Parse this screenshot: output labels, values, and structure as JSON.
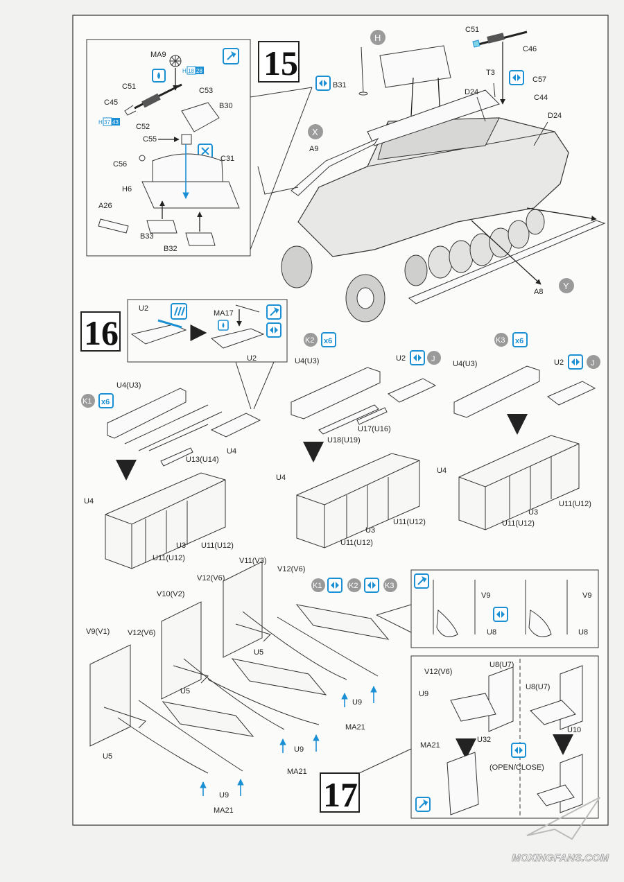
{
  "steps": {
    "s15": "15",
    "s16": "16",
    "s17": "17"
  },
  "markers": {
    "H": "H",
    "X": "X",
    "Y": "Y",
    "J": "J",
    "K1": "K1",
    "K2": "K2",
    "K3": "K3",
    "x6": "x6"
  },
  "labels15": {
    "MA9": "MA9",
    "C51": "C51",
    "C53": "C53",
    "C45": "C45",
    "C52": "C52",
    "B30": "B30",
    "C55": "C55",
    "C56": "C56",
    "C31": "C31",
    "H6": "H6",
    "A26": "A26",
    "B33": "B33",
    "B32": "B32",
    "H": "H",
    "n18": "18",
    "n28": "28",
    "n37": "37",
    "n43": "43",
    "B31": "B31",
    "A9": "A9",
    "D24a": "D24",
    "D24b": "D24",
    "T3": "T3",
    "C57": "C57",
    "C44": "C44",
    "C51b": "C51",
    "C46": "C46",
    "A8": "A8"
  },
  "labels16": {
    "U2a": "U2",
    "MA17": "MA17",
    "U2b": "U2",
    "U4U3a": "U4(U3)",
    "U4U3b": "U4(U3)",
    "U4U3c": "U4(U3)",
    "U2c": "U2",
    "U2d": "U2",
    "U4a": "U4",
    "U13": "U13(U14)",
    "U17": "U17(U16)",
    "U18": "U18(U19)",
    "U4b": "U4",
    "U4c": "U4",
    "U4d": "U4",
    "U3a": "U3",
    "U3b": "U3",
    "U3c": "U3",
    "U11a": "U11(U12)",
    "U11b": "U11(U12)",
    "U11c": "U11(U12)",
    "U11d": "U11(U12)",
    "U11e": "U11(U12)",
    "U11f": "U11(U12)"
  },
  "labels17": {
    "V11": "V11(V3)",
    "V12a": "V12(V6)",
    "V12b": "V12(V6)",
    "V10": "V10(V2)",
    "V9V1": "V9(V1)",
    "V12c": "V12(V6)",
    "U5a": "U5",
    "U5b": "U5",
    "U5c": "U5",
    "U9a": "U9",
    "U9b": "U9",
    "U9c": "U9",
    "MA21a": "MA21",
    "MA21b": "MA21",
    "MA21c": "MA21",
    "V9a": "V9",
    "V9b": "V9",
    "U8a": "U8",
    "U8b": "U8",
    "V12d": "V12(V6)",
    "U8U7a": "U8(U7)",
    "U8U7b": "U8(U7)",
    "U9d": "U9",
    "U32": "U32",
    "MA21d": "MA21",
    "U10": "U10",
    "openclose": "(OPEN/CLOSE)"
  },
  "watermark": "MOXINGFANS.COM",
  "icons": [
    "glue-icon",
    "paint-icon",
    "symmetric-icon",
    "no-glue-icon",
    "sand-icon"
  ],
  "colors": {
    "accent": "#1a8fd4",
    "marker": "#9a9a9a"
  }
}
